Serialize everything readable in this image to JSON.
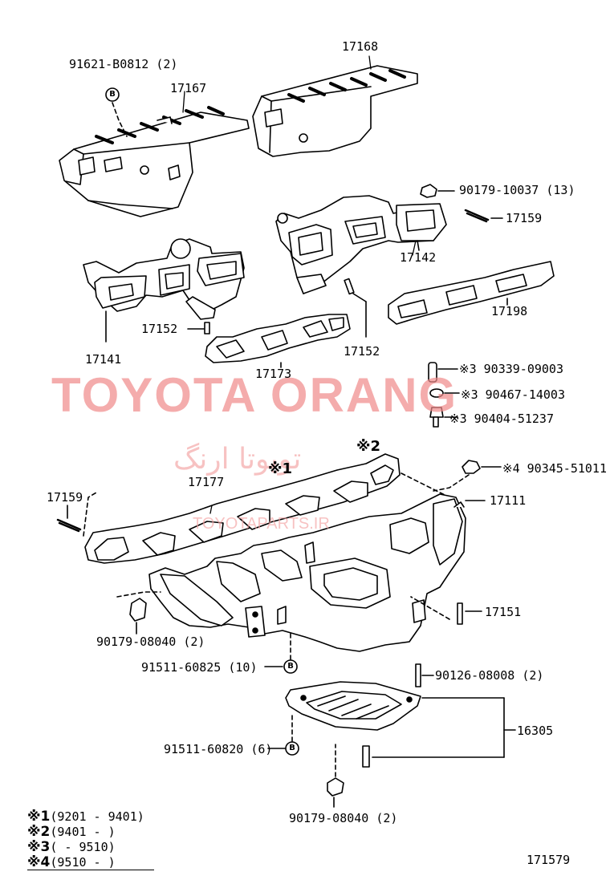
{
  "watermark": {
    "brand": "TOYOTA ORANG",
    "arabic": "تويوتا ارنگ",
    "url": "TOYOTAPARTS.IR"
  },
  "callouts": {
    "p17168": "17168",
    "p91621": "91621-B0812 (2)",
    "p17167": "17167",
    "p90179_10037": "90179-10037 (13)",
    "p17159_top": "17159",
    "p17142": "17142",
    "p17198": "17198",
    "p17141": "17141",
    "p17152_left": "17152",
    "p17152_right": "17152",
    "p17173": "17173",
    "p90339": "※3 90339-09003",
    "p90467": "※3 90467-14003",
    "p90404": "※3 90404-51237",
    "p90345": "※4 90345-51011",
    "p17111": "17111",
    "p17159_left": "17159",
    "p17177": "17177",
    "mark2": "※2",
    "mark1": "※1",
    "p17151": "17151",
    "p90179_08040_a": "90179-08040 (2)",
    "p91511_60825": "91511-60825 (10)",
    "p90126": "90126-08008 (2)",
    "p16305": "16305",
    "p91511_60820": "91511-60820 (6)",
    "p90179_08040_b": "90179-08040 (2)",
    "bolt_letter": "B"
  },
  "notes": [
    {
      "mark": "※1",
      "range": "(9201 - 9401)"
    },
    {
      "mark": "※2",
      "range": "(9401 -      )"
    },
    {
      "mark": "※3",
      "range": "(      - 9510)"
    },
    {
      "mark": "※4",
      "range": "(9510 -      )"
    }
  ],
  "figure_number": "171579"
}
